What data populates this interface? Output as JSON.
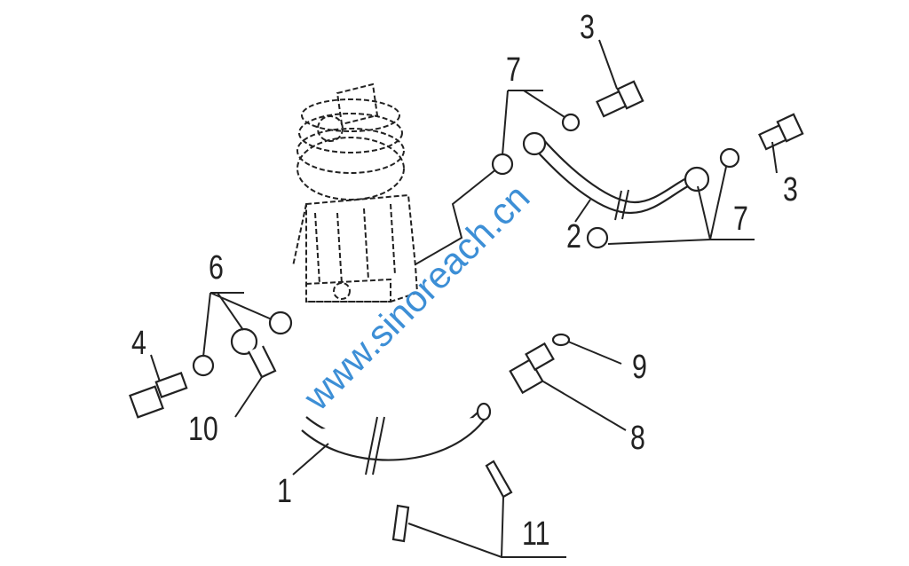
{
  "diagram": {
    "watermark": "www.sinoreach.cn",
    "callouts": {
      "c1": "1",
      "c2": "2",
      "c3a": "3",
      "c3b": "3",
      "c4": "4",
      "c6": "6",
      "c7a": "7",
      "c7b": "7",
      "c8": "8",
      "c9": "9",
      "c10": "10",
      "c11": "11"
    }
  }
}
